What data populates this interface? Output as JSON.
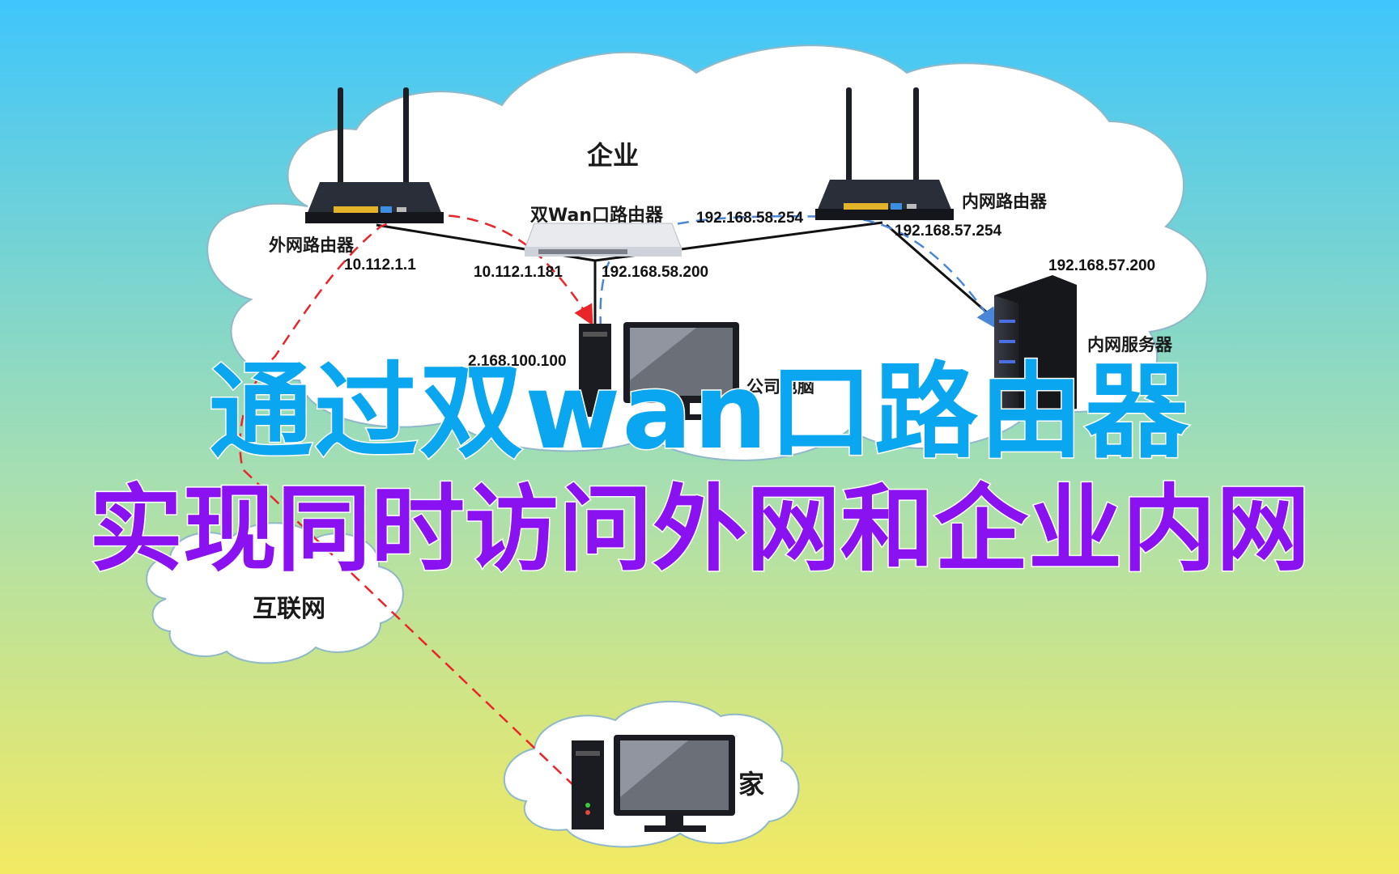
{
  "colors": {
    "background_top": "#3fc6fb",
    "background_bottom": "#f2ea62",
    "title_line1": "#0aa6f0",
    "title_line2": "#8a12f0",
    "path_red": "#e8262a",
    "path_blue": "#4a86d8",
    "link_black": "#111111"
  },
  "clouds": {
    "enterprise": "企业",
    "internet": "互联网",
    "home": "家"
  },
  "devices": {
    "external_router": {
      "label": "外网路由器",
      "ip": "10.112.1.1",
      "icon": "wifi-router-icon"
    },
    "dual_wan_router": {
      "label": "双Wan口路由器",
      "ip_wan": "10.112.1.181",
      "ip_lan": "192.168.58.200",
      "icon": "switch-router-icon"
    },
    "internal_router": {
      "label": "内网路由器",
      "ip_wan": "192.168.58.254",
      "ip_lan": "192.168.57.254",
      "icon": "wifi-router-icon"
    },
    "internal_server": {
      "label": "内网服务器",
      "ip": "192.168.57.200",
      "icon": "server-icon"
    },
    "company_pc": {
      "label": "公司电脑",
      "ip": "2.168.100.100",
      "icon": "desktop-computer-icon"
    },
    "home_pc": {
      "icon": "desktop-computer-icon"
    }
  },
  "title": {
    "line1": "通过双wan口路由器",
    "line2": "实现同时访问外网和企业内网"
  }
}
